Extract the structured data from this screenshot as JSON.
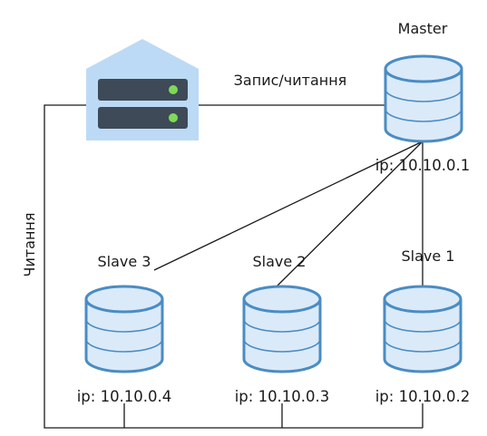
{
  "server": {
    "icon": "server-icon"
  },
  "master": {
    "label": "Master",
    "ip": "ip: 10.10.0.1"
  },
  "slaves": [
    {
      "label": "Slave 3",
      "ip": "ip: 10.10.0.4"
    },
    {
      "label": "Slave 2",
      "ip": "ip: 10.10.0.3"
    },
    {
      "label": "Slave 1",
      "ip": "ip: 10.10.0.2"
    }
  ],
  "links": {
    "read_write": "Запис/читання",
    "read": "Читання"
  },
  "colors": {
    "database_fill": "#dbeaf8",
    "database_stroke": "#4a8cc4",
    "server_house": "#bcdaf5",
    "server_unit": "#3e4a57",
    "server_led": "#7ed957",
    "line": "#1a1a1a"
  }
}
